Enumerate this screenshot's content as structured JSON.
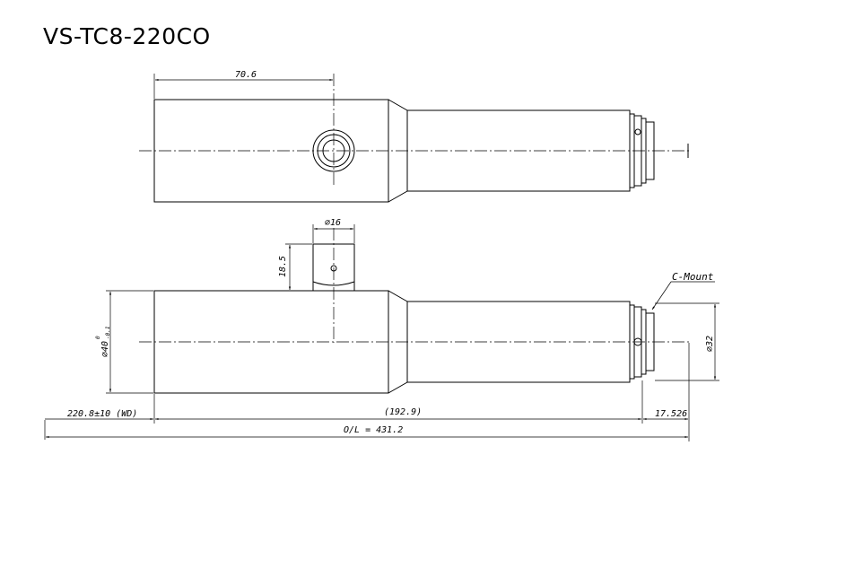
{
  "title": "VS-TC8-220CO",
  "dimensions": {
    "top_length": "70.6",
    "port_diameter": "⌀16",
    "port_height": "18.5",
    "body_diameter": "⌀40",
    "body_diameter_upper": "0",
    "body_diameter_lower": "-0.1",
    "mount_diameter": "⌀32",
    "mount_label": "C-Mount",
    "working_distance": "220.8±10 (WD)",
    "inner_length": "(192.9)",
    "flange_length": "17.526",
    "overall_length": "O/L = 431.2"
  },
  "colors": {
    "line": "#000000",
    "background": "#ffffff"
  }
}
